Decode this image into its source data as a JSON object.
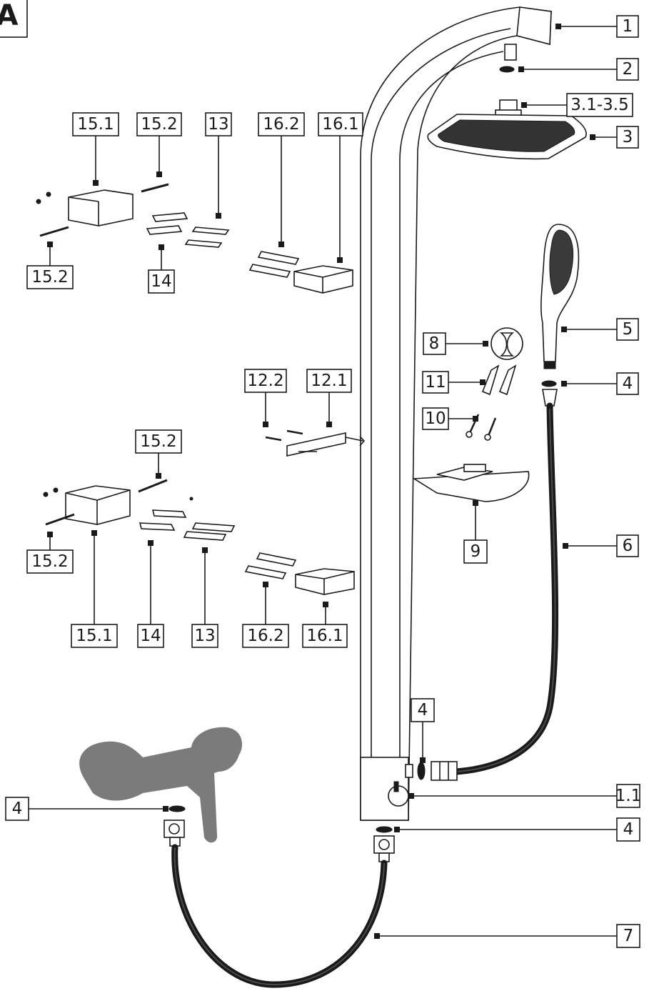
{
  "figure_letter": "A",
  "labels": {
    "l1": "1",
    "l2": "2",
    "l3_1": "3.1-3.5",
    "l3": "3",
    "l5": "5",
    "l4_handshower": "4",
    "l6": "6",
    "l8": "8",
    "l11": "11",
    "l10": "10",
    "l9": "9",
    "l12_2": "12.2",
    "l12_1": "12.1",
    "top_15_1": "15.1",
    "top_15_2a": "15.2",
    "top_13": "13",
    "top_16_2": "16.2",
    "top_16_1": "16.1",
    "top_15_2b": "15.2",
    "top_14": "14",
    "bot_15_2a": "15.2",
    "bot_15_2b": "15.2",
    "bot_15_1": "15.1",
    "bot_14": "14",
    "bot_13": "13",
    "bot_16_2": "16.2",
    "bot_16_1": "16.1",
    "l4_elbow": "4",
    "l4_left": "4",
    "l1_1": "1.1",
    "l4_bottom": "4",
    "l7": "7"
  },
  "colors": {
    "line": "#1a1a1a",
    "mixer_fill": "#7b7b7b",
    "background": "#ffffff"
  }
}
